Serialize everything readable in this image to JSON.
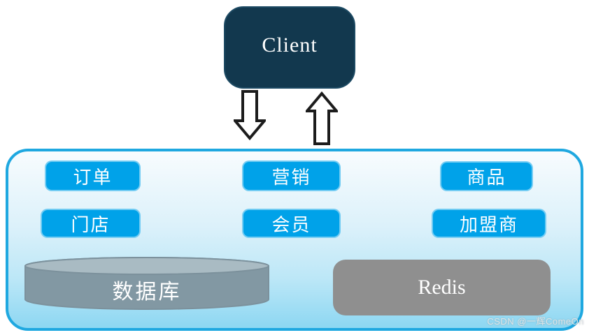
{
  "client": {
    "label": "Client"
  },
  "icons": {
    "down_arrow": "down-arrow",
    "up_arrow": "up-arrow"
  },
  "platform": {
    "services": [
      {
        "label": "订单"
      },
      {
        "label": "营销"
      },
      {
        "label": "商品"
      },
      {
        "label": "门店"
      },
      {
        "label": "会员"
      },
      {
        "label": "加盟商"
      }
    ],
    "database": {
      "label": "数据库"
    },
    "cache": {
      "label": "Redis"
    }
  },
  "watermark": {
    "text": "CSDN @一辉ComeOn"
  },
  "colors": {
    "client_bg": "#12384E",
    "service_bg": "#00A2E9",
    "container_border": "#1FA8E0",
    "container_top": "#F8FCFE",
    "container_bottom": "#8DD7F2",
    "cyl_body": "#8298A3",
    "cyl_top": "#A9BBC3",
    "redis_bg": "#8F8F8F"
  }
}
